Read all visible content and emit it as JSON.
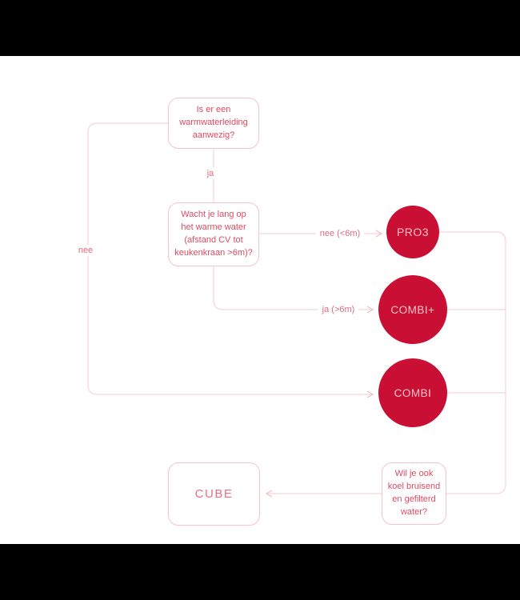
{
  "colors": {
    "background": "#ffffff",
    "letterbox": "#000000",
    "circle_fill": "#c90f33",
    "circle_text": "#f2c4cb",
    "box_border": "#f5c3cb",
    "box_text": "#e1495f",
    "cube_text": "#e8707f",
    "line": "#f5d4d9",
    "arrow": "#efbdc6",
    "label_text": "#e06a7c"
  },
  "flowchart": {
    "questions": {
      "warmwater": "Is er een\nwarmwaterleiding\naanwezig?",
      "wachttijd": "Wacht je lang op\nhet warme water\n(afstand CV tot\nkeukenkraan >6m)?",
      "koelwater": "Wil je ook\nkoel bruisend\nen gefilterd\nwater?"
    },
    "products": {
      "pro3": "PRO3",
      "combiplus": "COMBI+",
      "combi": "COMBI",
      "cube": "CUBE"
    },
    "edge_labels": {
      "ja": "ja",
      "nee": "nee",
      "nee_6m": "nee (<6m)",
      "ja_6m": "ja (>6m)"
    }
  }
}
